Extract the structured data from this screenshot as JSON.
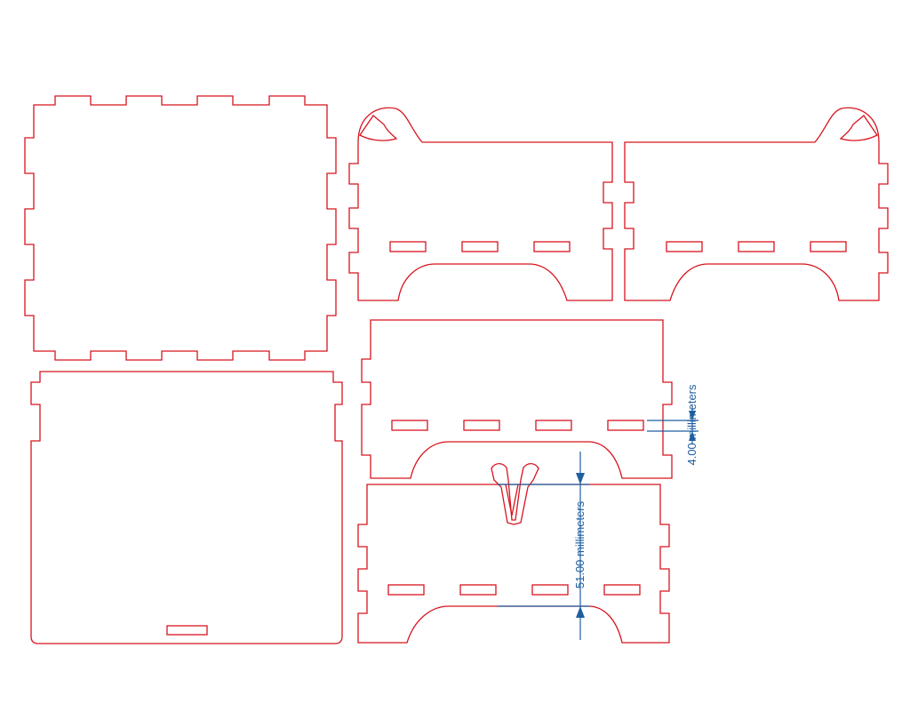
{
  "colors": {
    "cut_line": "#d8141f",
    "dimension": "#1f5fa0",
    "background": "#ffffff"
  },
  "dimensions": {
    "thickness": "4.00 millimeters",
    "height": "51.00 millimeters"
  },
  "parts": [
    "top-panel",
    "bottom-panel",
    "side-panel-left",
    "side-panel-right",
    "front-panel",
    "back-panel-with-clip"
  ]
}
